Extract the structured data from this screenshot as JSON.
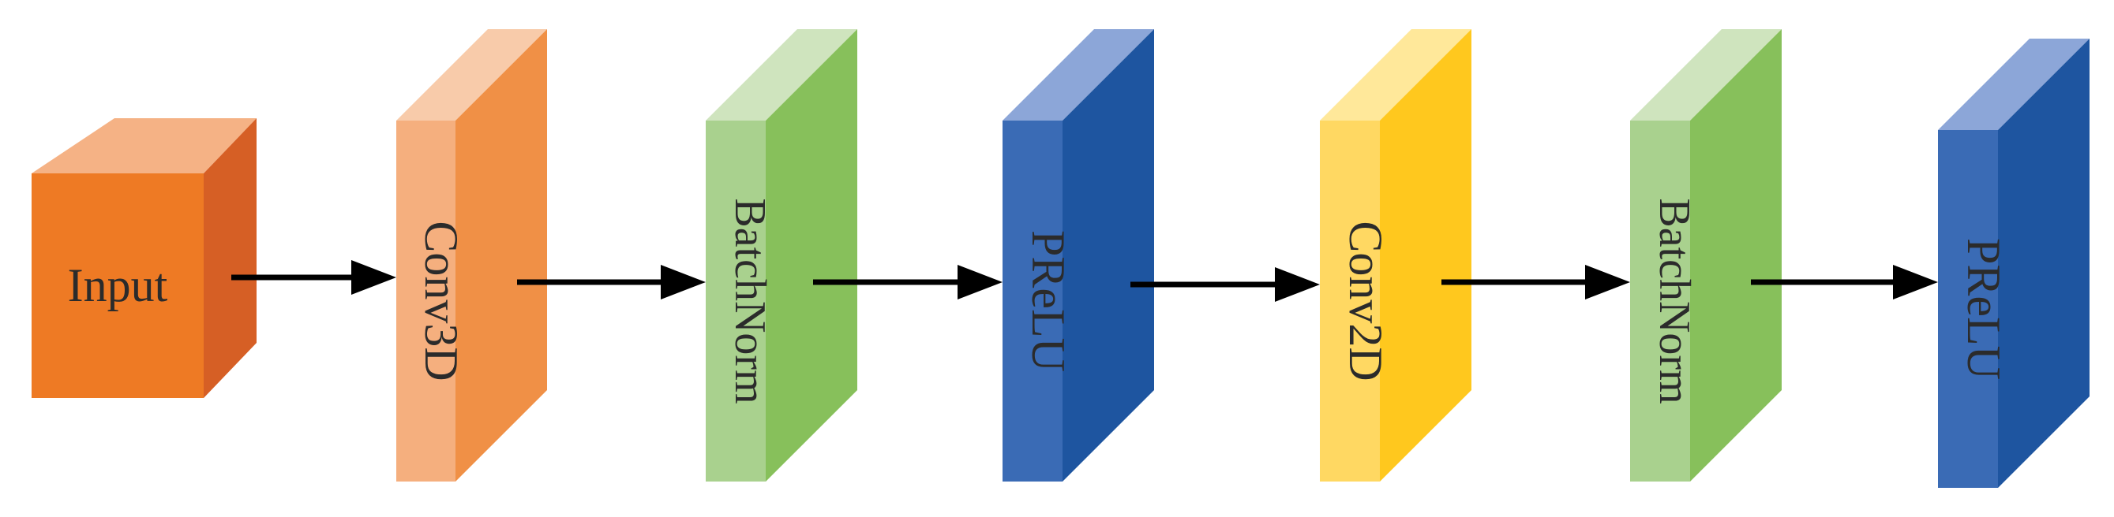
{
  "diagram": {
    "nodes": [
      {
        "id": "input",
        "label": "Input",
        "kind": "cube",
        "colors": {
          "front": "#EE7A24",
          "top": "#F5B285",
          "side": "#D65F25"
        }
      },
      {
        "id": "conv3d",
        "label": "Conv3D",
        "kind": "layer",
        "colors": {
          "front": "#F5AF7E",
          "top": "#F8CBAA",
          "side": "#F09046"
        }
      },
      {
        "id": "batchnorm1",
        "label": "BatchNorm",
        "kind": "layer",
        "colors": {
          "front": "#A9D18E",
          "top": "#CFE4BE",
          "side": "#87C05B"
        }
      },
      {
        "id": "prelu1",
        "label": "PReLU",
        "kind": "layer",
        "colors": {
          "front": "#3A6BB5",
          "top": "#8CA6D8",
          "side": "#1E55A0"
        }
      },
      {
        "id": "conv2d",
        "label": "Conv2D",
        "kind": "layer",
        "colors": {
          "front": "#FFD862",
          "top": "#FFE89A",
          "side": "#FFC81E"
        }
      },
      {
        "id": "batchnorm2",
        "label": "BatchNorm",
        "kind": "layer",
        "colors": {
          "front": "#A9D18E",
          "top": "#CFE4BE",
          "side": "#87C05B"
        }
      },
      {
        "id": "prelu2",
        "label": "PReLU",
        "kind": "layer",
        "colors": {
          "front": "#3A6BB5",
          "top": "#8CA6D8",
          "side": "#1E55A0"
        }
      }
    ],
    "edges": [
      {
        "from": "input",
        "to": "conv3d"
      },
      {
        "from": "conv3d",
        "to": "batchnorm1"
      },
      {
        "from": "batchnorm1",
        "to": "prelu1"
      },
      {
        "from": "prelu1",
        "to": "conv2d"
      },
      {
        "from": "conv2d",
        "to": "batchnorm2"
      },
      {
        "from": "batchnorm2",
        "to": "prelu2"
      }
    ],
    "arrow_color": "#000000"
  }
}
